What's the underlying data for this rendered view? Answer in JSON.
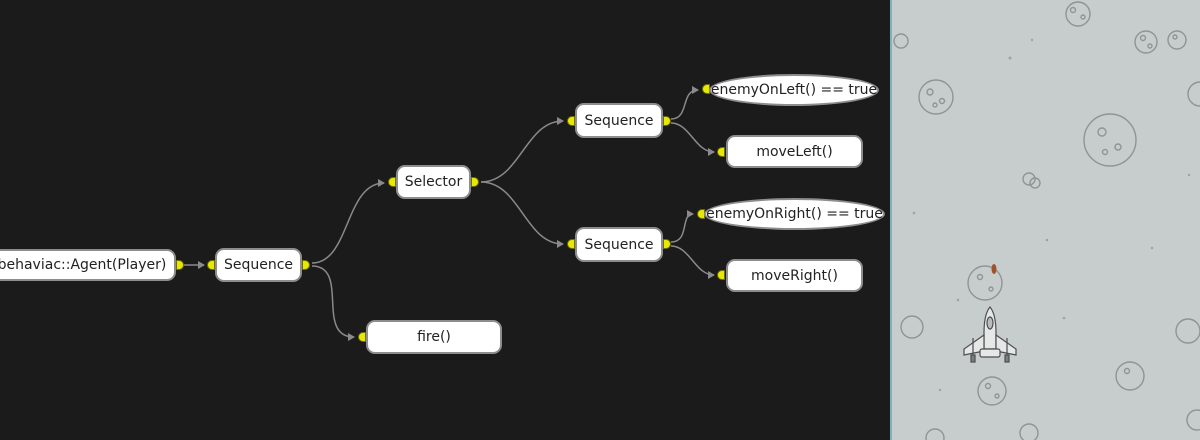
{
  "editor": {
    "nodes": {
      "agent": "behaviac::Agent(Player)",
      "root_sequence": "Sequence",
      "selector": "Selector",
      "left_sequence": "Sequence",
      "right_sequence": "Sequence",
      "enemy_on_left": "enemyOnLeft() == true",
      "move_left": "moveLeft()",
      "enemy_on_right": "enemyOnRight() == true",
      "move_right": "moveRight()",
      "fire": "fire()"
    }
  },
  "game": {
    "player_icon": "spaceship-icon",
    "asteroid_icon": "asteroid-icon",
    "bullet_icon": "bullet-icon"
  },
  "colors": {
    "editor_background": "#1b1b1b",
    "port": "#e8e800",
    "link": "#8a8a8a",
    "game_background": "#c7cccc"
  }
}
